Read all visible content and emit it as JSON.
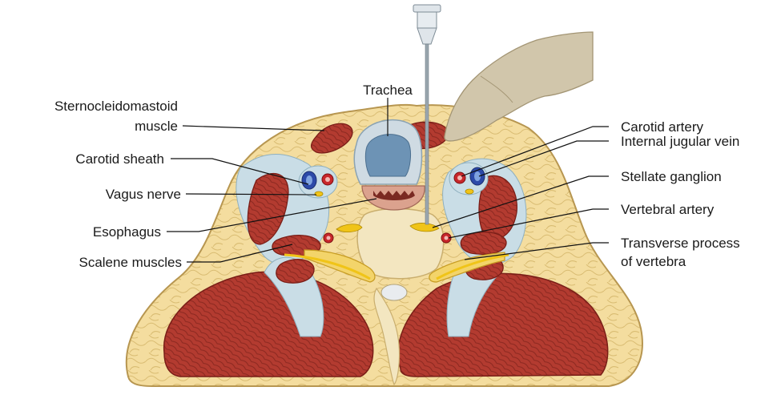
{
  "labels": {
    "trachea": "Trachea",
    "sternocleidomastoid_1": "Sternocleidomastoid",
    "sternocleidomastoid_2": "muscle",
    "carotid_sheath": "Carotid sheath",
    "vagus_nerve": "Vagus nerve",
    "esophagus": "Esophagus",
    "scalene_muscles": "Scalene muscles",
    "carotid_artery": "Carotid artery",
    "internal_jugular_vein": "Internal jugular vein",
    "stellate_ganglion": "Stellate ganglion",
    "vertebral_artery": "Vertebral artery",
    "transverse_process_1": "Transverse process",
    "transverse_process_2": "of vertebra"
  },
  "colors": {
    "fat": "#f3dc9c",
    "fat_outline": "#c8a860",
    "muscle": "#b23a30",
    "muscle_dark": "#7f1f18",
    "fascia": "#c9dde6",
    "bone": "#f3e6c0",
    "nerve": "#f0c418",
    "artery": "#c8262a",
    "vein": "#2c49a8",
    "trachea_lumen": "#6d93b5",
    "esophagus": "#d9a08c",
    "hand": "#cfc4aa",
    "needle": "#9aa6ae"
  },
  "icons": {
    "needle": "syringe-needle-icon",
    "hand": "palpating-hand-icon"
  }
}
